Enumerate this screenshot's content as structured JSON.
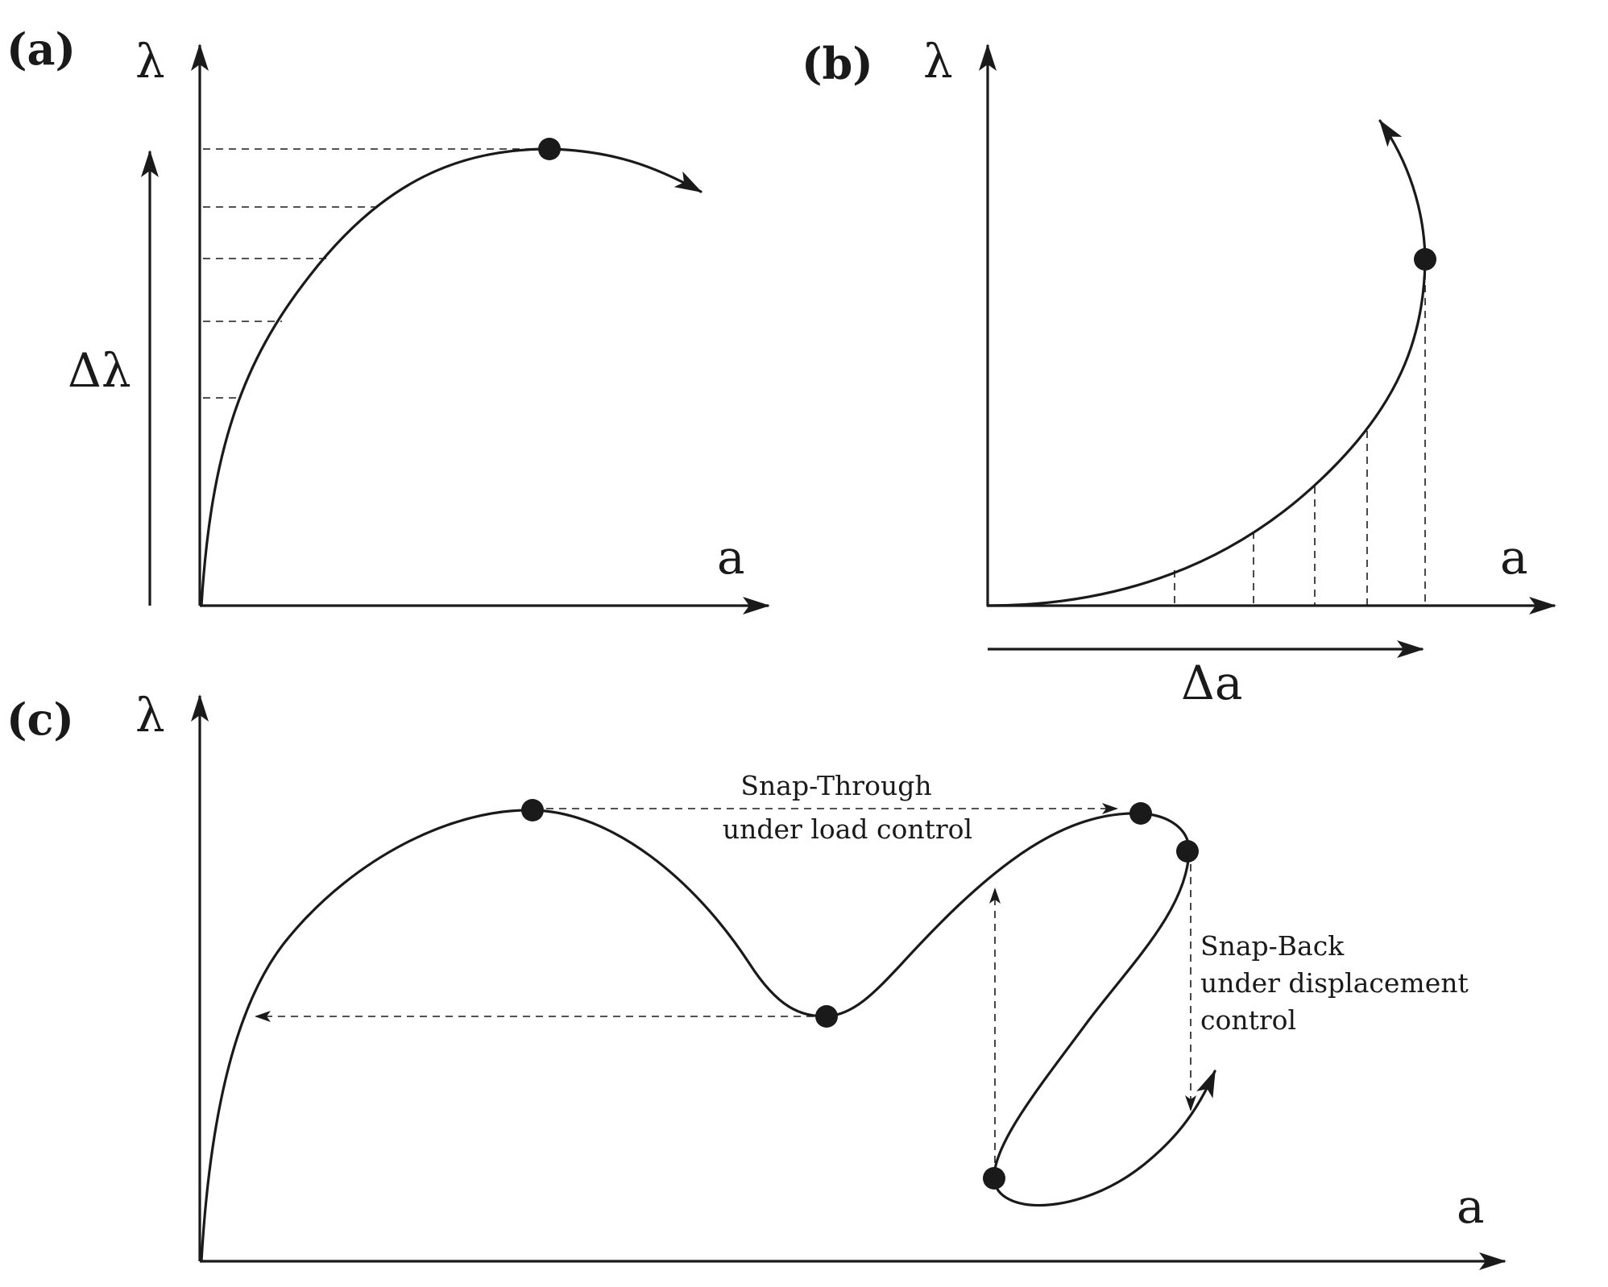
{
  "panels": {
    "a": {
      "label": "(a)",
      "y_axis": "λ",
      "x_axis": "a",
      "increment": "Δλ"
    },
    "b": {
      "label": "(b)",
      "y_axis": "λ",
      "x_axis": "a",
      "increment": "Δa"
    },
    "c": {
      "label": "(c)",
      "y_axis": "λ",
      "x_axis": "a",
      "snap_through": {
        "line1": "Snap-Through",
        "line2": "under load control"
      },
      "snap_back": {
        "line1": "Snap-Back",
        "line2": "under displacement",
        "line3": "control"
      }
    }
  },
  "colors": {
    "ink": "#1a1a1a",
    "background": "#ffffff"
  }
}
